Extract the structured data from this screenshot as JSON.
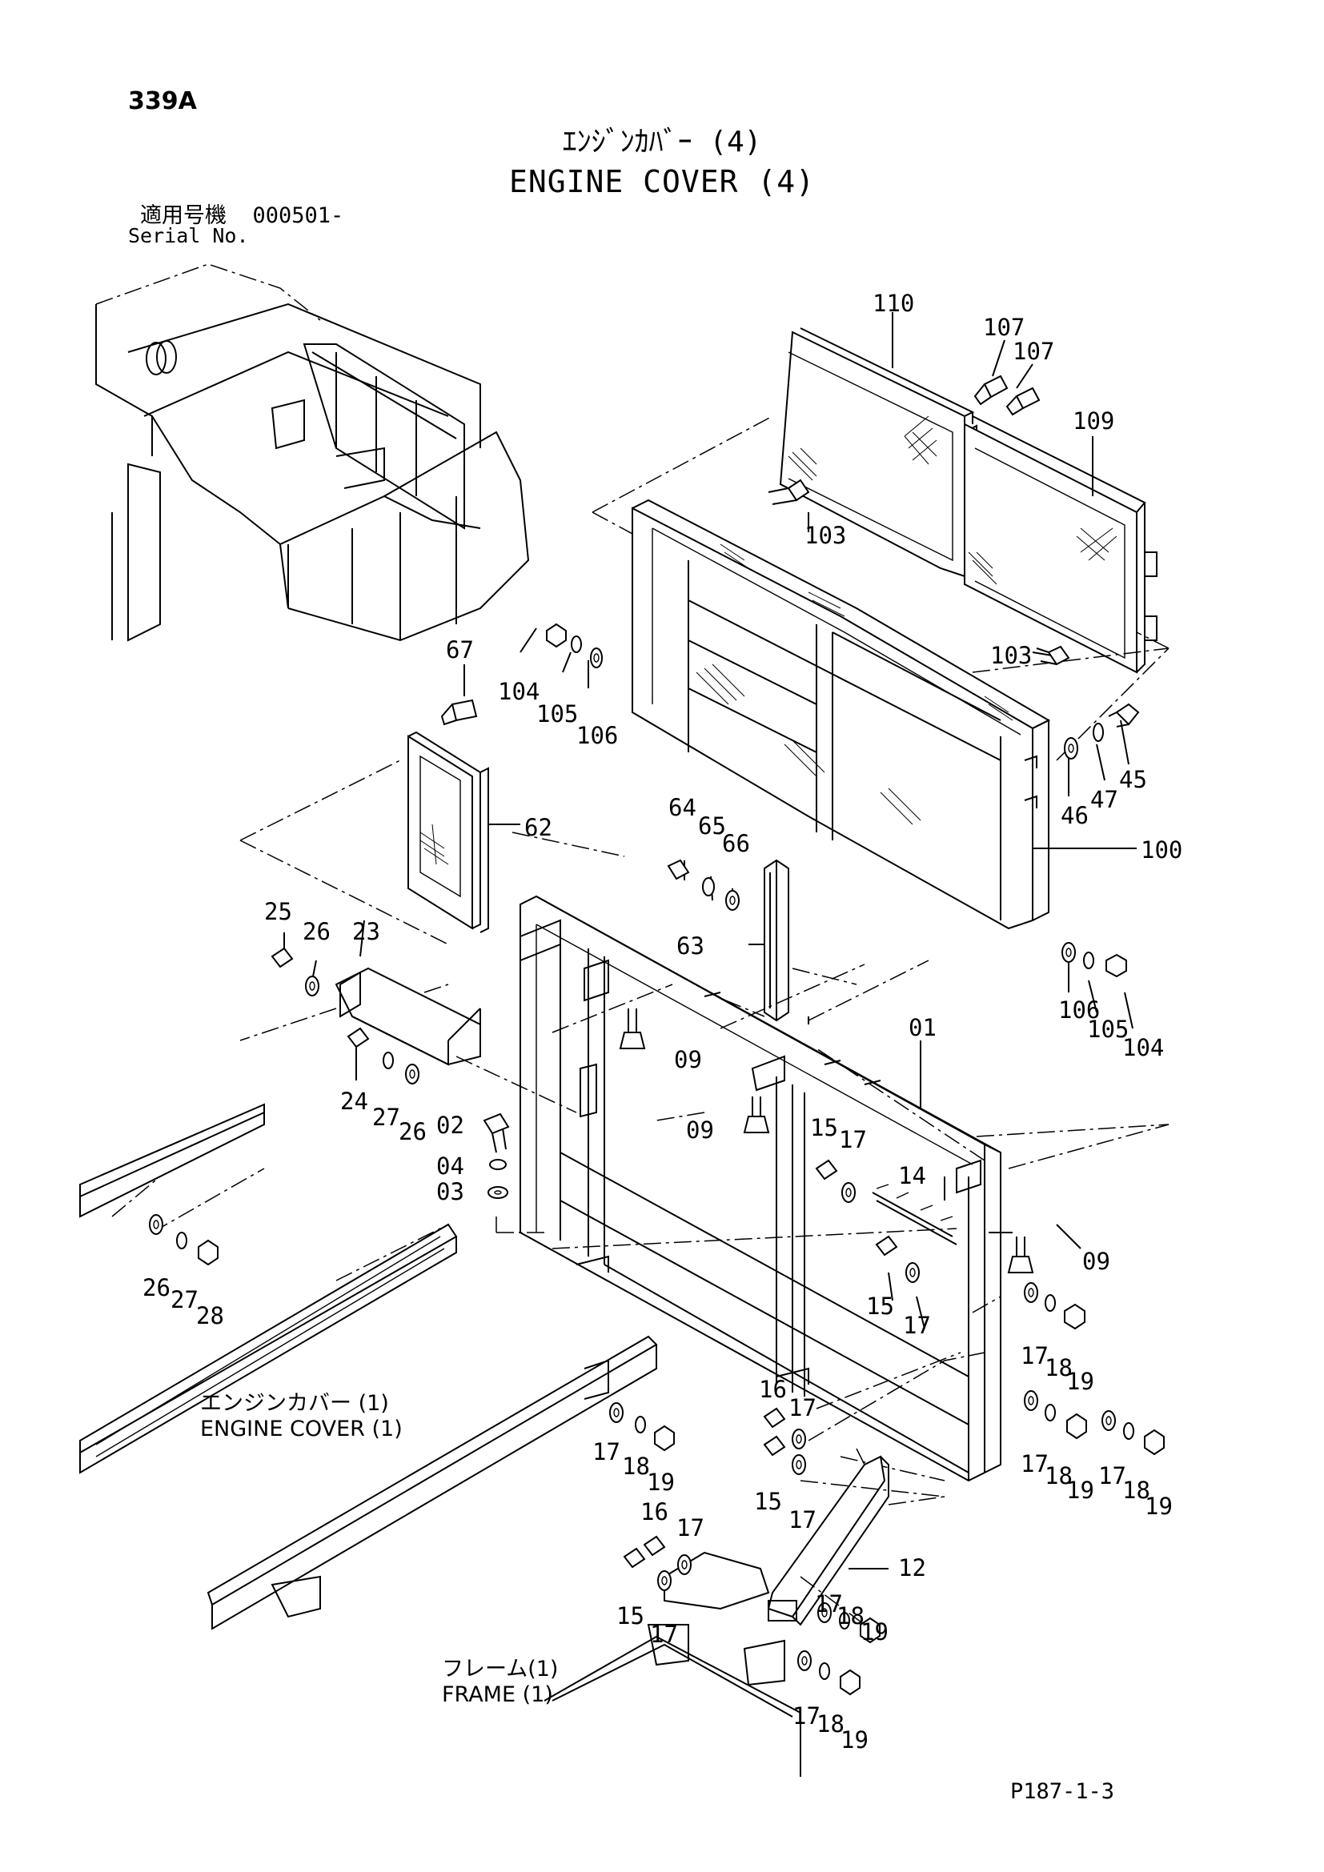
{
  "header": {
    "page_code": "339A",
    "title_jp": "ｴﾝｼﾞﾝｶﾊﾞｰ (4)",
    "title_en": "ENGINE COVER (4)",
    "serial_label_jp": "適用号機",
    "serial_value": "000501-",
    "serial_label_en": "Serial No."
  },
  "footer": {
    "page_ref": "P187-1-3"
  },
  "assembly_labels": {
    "engine_cover_1_jp": "エンジンカバー (1)",
    "engine_cover_1_en": "ENGINE COVER (1)",
    "frame_1_jp": "フレーム(1)",
    "frame_1_en": "FRAME (1)"
  },
  "callouts": [
    "110",
    "107",
    "107",
    "109",
    "103",
    "103",
    "67",
    "104",
    "105",
    "106",
    "45",
    "47",
    "46",
    "100",
    "62",
    "64",
    "65",
    "66",
    "63",
    "25",
    "26",
    "23",
    "106",
    "105",
    "104",
    "01",
    "09",
    "24",
    "27",
    "26",
    "02",
    "04",
    "03",
    "09",
    "15",
    "17",
    "14",
    "09",
    "26",
    "27",
    "28",
    "15",
    "17",
    "17",
    "18",
    "19",
    "16",
    "17",
    "17",
    "18",
    "19",
    "17",
    "18",
    "19",
    "15",
    "17",
    "12",
    "16",
    "17",
    "15",
    "17",
    "17",
    "18",
    "19",
    "17",
    "18",
    "19"
  ],
  "colors": {
    "ink": "#000000",
    "paper": "#ffffff"
  }
}
